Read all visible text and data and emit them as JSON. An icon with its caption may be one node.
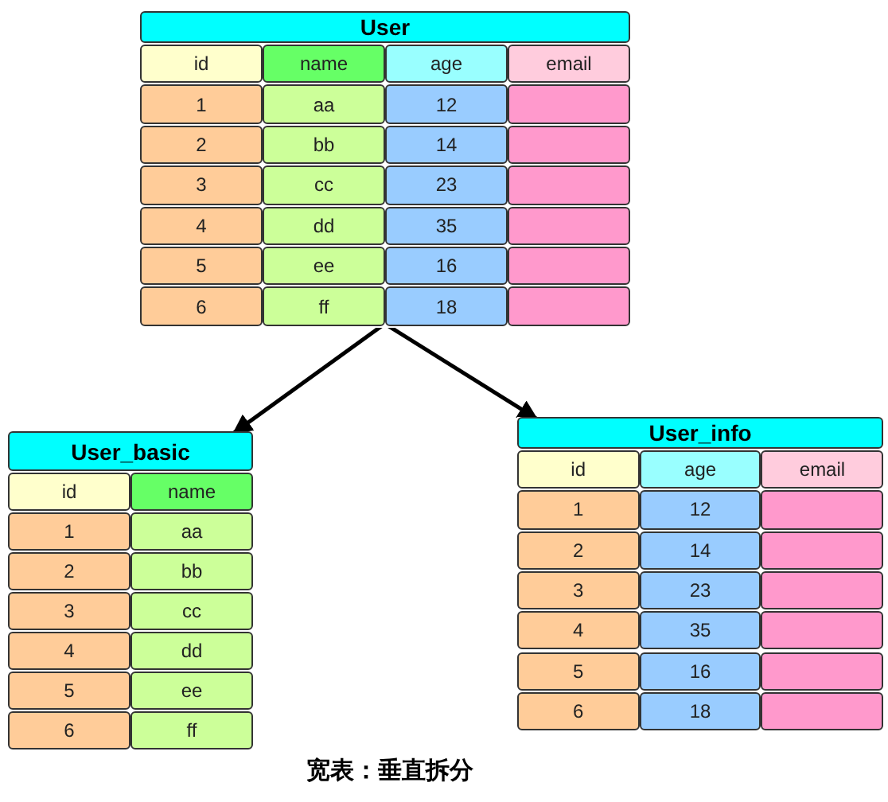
{
  "diagram": {
    "caption": "宽表：垂直拆分",
    "nodes": [
      {
        "text": [
          "User"
        ]
      },
      {
        "text": [
          "id"
        ],
        "in": 0
      },
      {
        "text": [
          "name"
        ],
        "in": 0
      },
      {
        "text": [
          "age"
        ],
        "in": 0
      },
      {
        "text": [
          "email"
        ],
        "in": 0
      },
      {
        "text": [
          "1"
        ],
        "in": 0
      },
      {
        "text": [
          "aa"
        ],
        "in": 0
      },
      {
        "text": [
          "12"
        ],
        "in": 0
      },
      {
        "text": [],
        "shape": "box",
        "in": 0
      },
      {
        "text": [
          "2"
        ],
        "in": 0
      },
      {
        "text": [
          "bb"
        ],
        "in": 0
      },
      {
        "text": [
          "14"
        ],
        "in": 0
      },
      {
        "text": [],
        "shape": "box",
        "in": 0
      },
      {
        "text": [
          "3"
        ],
        "in": 0
      },
      {
        "text": [
          "cc"
        ],
        "in": 0
      },
      {
        "text": [
          "23"
        ],
        "in": 0
      },
      {
        "text": [],
        "shape": "box",
        "in": 0
      },
      {
        "text": [
          "4"
        ],
        "in": 0
      },
      {
        "text": [
          "dd"
        ],
        "in": 0
      },
      {
        "text": [
          "35"
        ],
        "in": 0
      },
      {
        "text": [],
        "shape": "box",
        "in": 0
      },
      {
        "text": [
          "5"
        ],
        "in": 0
      },
      {
        "text": [
          "ee"
        ],
        "in": 0
      },
      {
        "text": [
          "16"
        ],
        "in": 0
      },
      {
        "text": [],
        "shape": "box",
        "in": 0
      },
      {
        "text": [
          "6"
        ],
        "in": 0
      },
      {
        "text": [
          "ff"
        ],
        "in": 0
      },
      {
        "text": [
          "18"
        ],
        "in": 0
      },
      {
        "text": [],
        "shape": "box",
        "in": 0
      },
      {
        "text": [
          "User_basic"
        ]
      },
      {
        "text": [
          "id"
        ],
        "in": 29
      },
      {
        "text": [
          "name"
        ],
        "in": 29
      },
      {
        "text": [
          "1"
        ],
        "in": 29
      },
      {
        "text": [
          "aa"
        ],
        "in": 29
      },
      {
        "text": [
          "2"
        ],
        "in": 29
      },
      {
        "text": [
          "bb"
        ],
        "in": 29
      },
      {
        "text": [
          "3"
        ],
        "in": 29
      },
      {
        "text": [
          "cc"
        ],
        "in": 29
      },
      {
        "text": [
          "4"
        ],
        "in": 29
      },
      {
        "text": [
          "dd"
        ],
        "in": 29
      },
      {
        "text": [
          "5"
        ],
        "in": 29
      },
      {
        "text": [
          "ee"
        ],
        "in": 29
      },
      {
        "text": [
          "6"
        ],
        "in": 29
      },
      {
        "text": [
          "ff"
        ],
        "in": 29
      },
      {
        "text": [
          "User_info"
        ]
      },
      {
        "text": [
          "id"
        ],
        "in": 44
      },
      {
        "text": [
          "age"
        ],
        "in": 44
      },
      {
        "text": [
          "email"
        ],
        "in": 44
      },
      {
        "text": [
          "1"
        ],
        "in": 44
      },
      {
        "text": [
          "12"
        ],
        "in": 44
      },
      {
        "text": [],
        "shape": "box",
        "in": 44
      },
      {
        "text": [
          "2"
        ],
        "in": 44
      },
      {
        "text": [
          "14"
        ],
        "in": 44
      },
      {
        "text": [],
        "shape": "box",
        "in": 44
      },
      {
        "text": [
          "3"
        ],
        "in": 44
      },
      {
        "text": [
          "23"
        ],
        "in": 44
      },
      {
        "text": [],
        "shape": "box",
        "in": 44
      },
      {
        "text": [
          "4"
        ],
        "in": 44
      },
      {
        "text": [
          "35"
        ],
        "in": 44
      },
      {
        "text": [],
        "shape": "box",
        "in": 44
      },
      {
        "text": [
          "5"
        ],
        "in": 44
      },
      {
        "text": [
          "16"
        ],
        "in": 44
      },
      {
        "text": [],
        "shape": "box",
        "in": 44
      },
      {
        "text": [
          "6"
        ],
        "in": 44
      },
      {
        "text": [
          "18"
        ],
        "in": 44
      },
      {
        "text": [],
        "shape": "box",
        "in": 44
      }
    ],
    "edges": [
      {
        "from": 0,
        "to": 29,
        "arrow": "to"
      },
      {
        "from": 0,
        "to": 44,
        "arrow": "to"
      }
    ]
  }
}
